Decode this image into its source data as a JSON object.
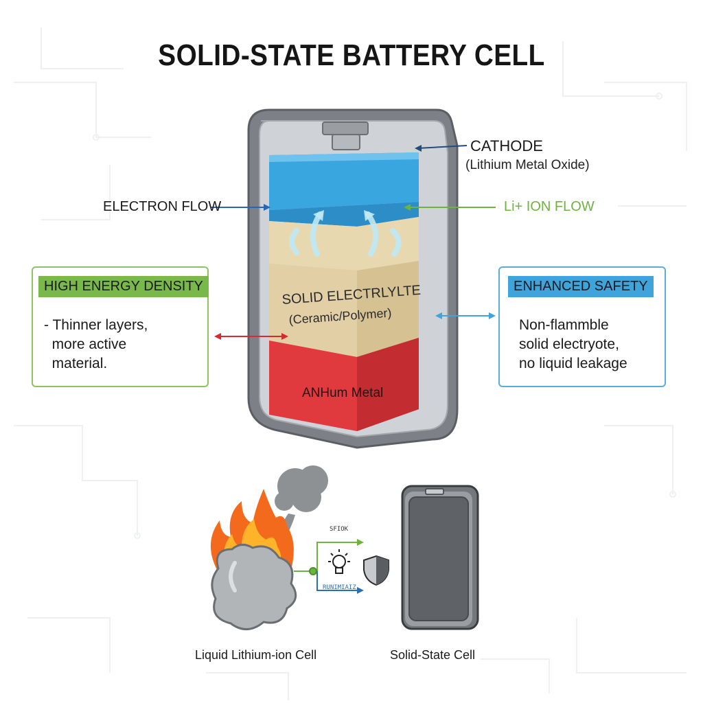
{
  "title": "SOLID-STATE BATTERY CELL",
  "labels": {
    "cathode": "CATHODE",
    "cathode_sub": "(Lithium Metal Oxide)",
    "electron_flow": "ELECTRON FLOW",
    "ion_flow": "Li+ ION FLOW",
    "electrolyte": "SOLID ELECTRLYLTE",
    "electrolyte_sub": "(Ceramic/Polymer)",
    "anode": "ANHum Metal"
  },
  "callouts": {
    "energy": {
      "tag": "HIGH ENERGY DENSITY",
      "lines": [
        "- Thinner layers,",
        "  more active",
        "  material."
      ]
    },
    "safety": {
      "tag": "ENHANCED SAFETY",
      "lines": [
        "Non-flammble",
        "solid electryote,",
        "no liquid leakage"
      ]
    }
  },
  "comparison": {
    "liquid_caption": "Liquid Lithium-ion Cell",
    "solid_caption": "Solid-State Cell",
    "small_top": "SFIOK",
    "small_bottom": "RUNIMIAIZ"
  },
  "colors": {
    "cathode": "#3aa6e0",
    "electrolyte": "#e5d3ab",
    "anode": "#e0383c",
    "casing": "#8a8e93",
    "energy_accent": "#79b84b",
    "safety_accent": "#3fa3dc"
  },
  "icons": [
    "fire-icon",
    "smoke-icon",
    "lightbulb-icon",
    "shield-icon"
  ]
}
